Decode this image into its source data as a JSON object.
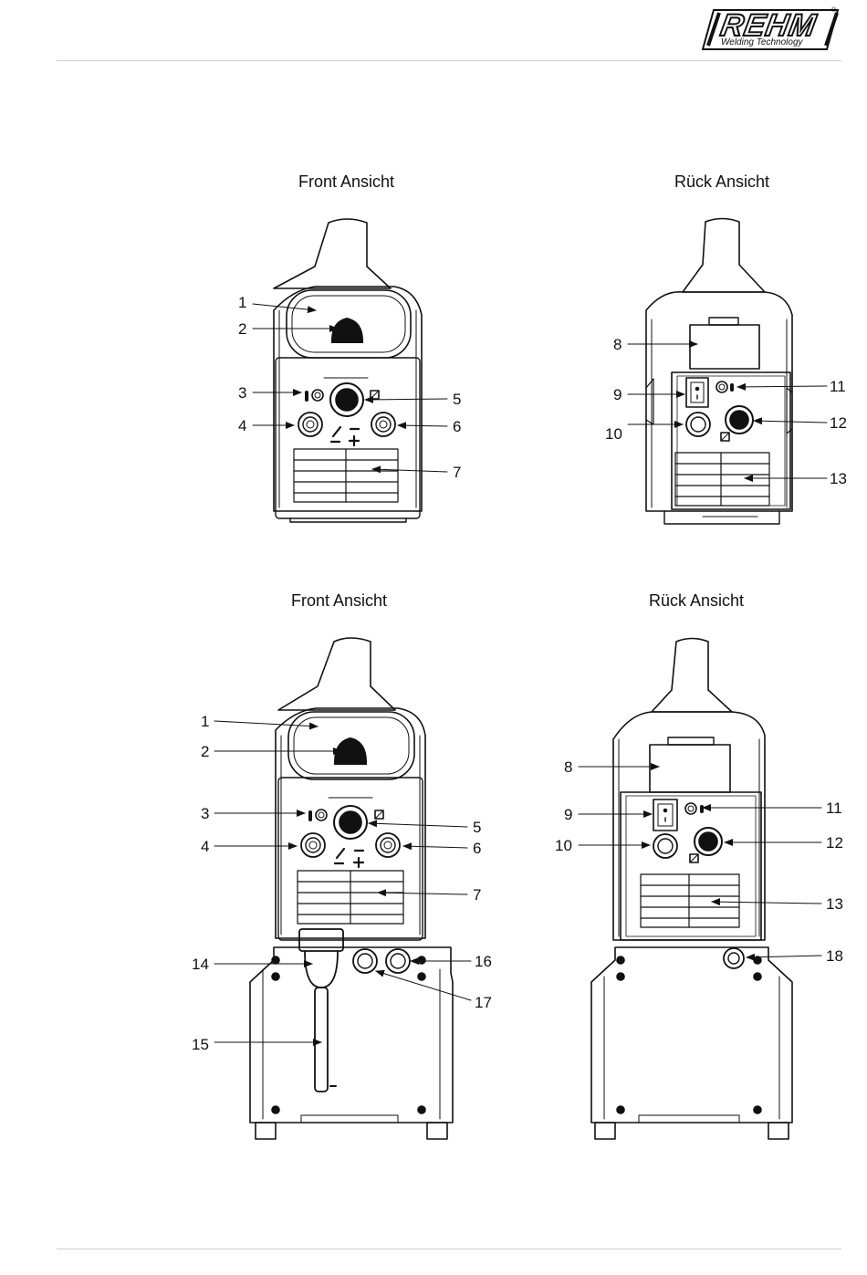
{
  "header": {
    "brand": "REHM",
    "tagline": "Welding Technology",
    "registered": "®"
  },
  "views": {
    "top_front_title": "Front Ansicht",
    "top_rear_title": "Rück Ansicht",
    "bottom_front_title": "Front Ansicht",
    "bottom_rear_title": "Rück Ansicht"
  },
  "callouts": {
    "top_front": [
      "1",
      "2",
      "3",
      "4",
      "5",
      "6",
      "7"
    ],
    "top_rear": [
      "8",
      "9",
      "10",
      "11",
      "12",
      "13"
    ],
    "bottom_front": [
      "1",
      "2",
      "3",
      "4",
      "5",
      "6",
      "7",
      "14",
      "15",
      "16",
      "17"
    ],
    "bottom_rear": [
      "8",
      "9",
      "10",
      "11",
      "12",
      "13",
      "18"
    ]
  }
}
